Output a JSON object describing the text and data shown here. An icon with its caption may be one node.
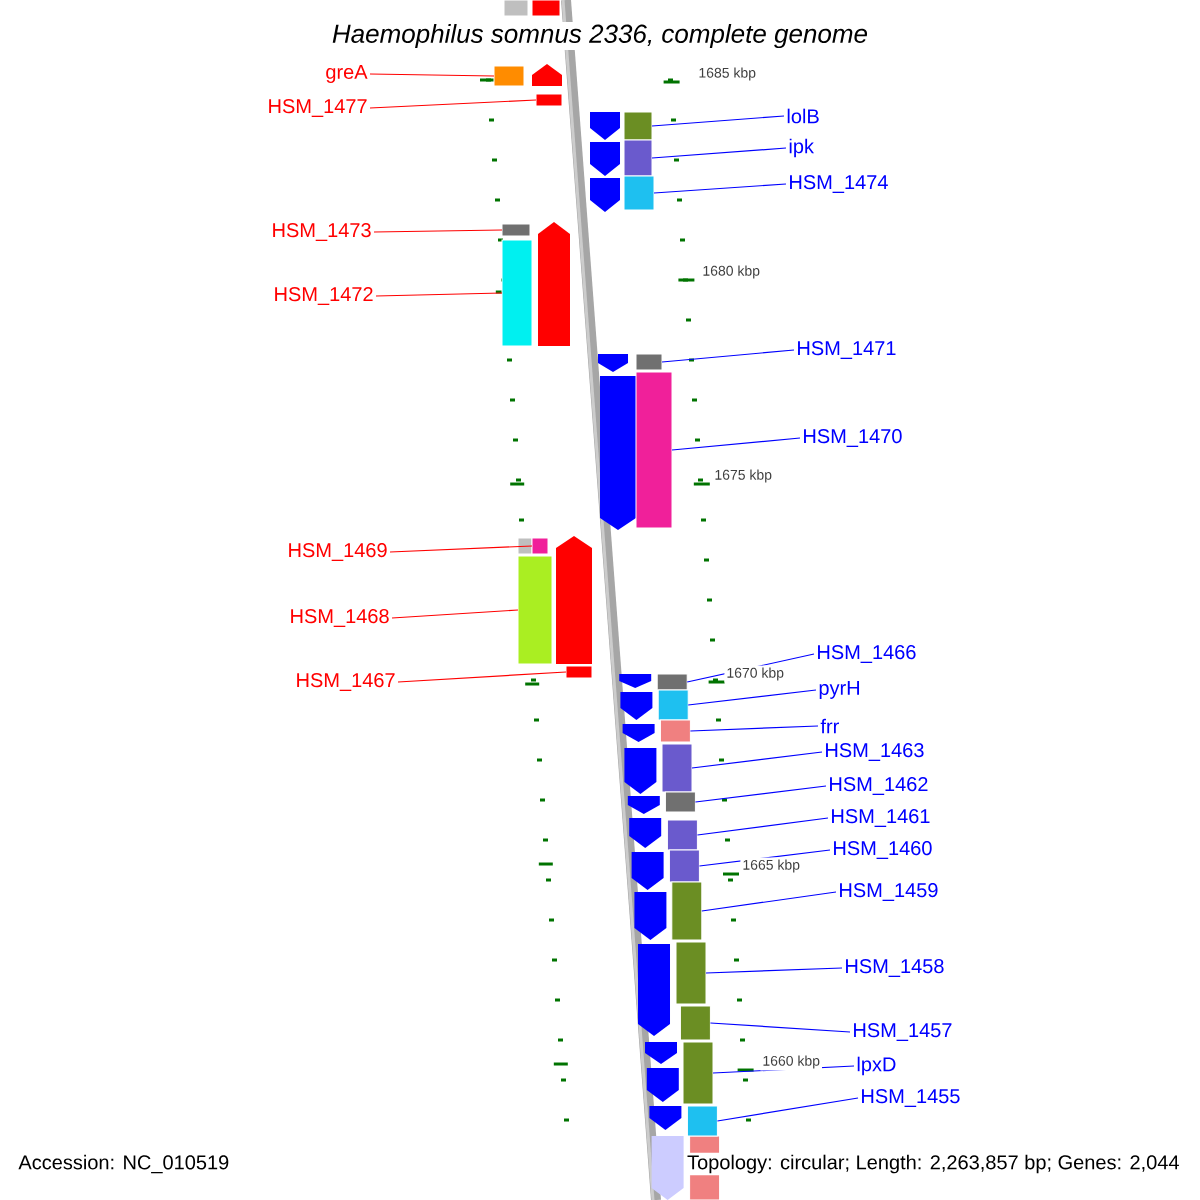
{
  "diagram": {
    "title": "Haemophilus somnus 2336, complete genome",
    "nodes": [
      {
        "text": [
          "greA"
        ]
      },
      {
        "text": [
          "HSM_1477"
        ]
      },
      {
        "text": [
          "HSM_1473"
        ]
      },
      {
        "text": [
          "HSM_1472"
        ]
      },
      {
        "text": [
          "HSM_1469"
        ]
      },
      {
        "text": [
          "HSM_1468"
        ]
      },
      {
        "text": [
          "HSM_1467"
        ]
      },
      {
        "text": [
          "lolB"
        ]
      },
      {
        "text": [
          "ipk"
        ]
      },
      {
        "text": [
          "HSM_1474"
        ]
      },
      {
        "text": [
          "HSM_1471"
        ]
      },
      {
        "text": [
          "HSM_1470"
        ]
      },
      {
        "text": [
          "HSM_1466"
        ]
      },
      {
        "text": [
          "pyrH"
        ]
      },
      {
        "text": [
          "frr"
        ]
      },
      {
        "text": [
          "HSM_1463"
        ]
      },
      {
        "text": [
          "HSM_1462"
        ]
      },
      {
        "text": [
          "HSM_1461"
        ]
      },
      {
        "text": [
          "HSM_1460"
        ]
      },
      {
        "text": [
          "HSM_1459"
        ]
      },
      {
        "text": [
          "HSM_1458"
        ]
      },
      {
        "text": [
          "HSM_1457"
        ]
      },
      {
        "text": [
          "lpxD"
        ]
      },
      {
        "text": [
          "HSM_1455"
        ]
      },
      {
        "text": [],
        "shape": "bar"
      },
      {
        "text": [],
        "shape": "bar"
      },
      {
        "text": [],
        "shape": "bar"
      },
      {
        "text": [],
        "shape": "bar"
      },
      {
        "text": [],
        "shape": "bar"
      },
      {
        "text": [],
        "shape": "bar"
      },
      {
        "text": [],
        "shape": "bar"
      },
      {
        "text": [],
        "shape": "bar"
      },
      {
        "text": [],
        "shape": "bar"
      },
      {
        "text": [],
        "shape": "bar"
      },
      {
        "text": [],
        "shape": "bar"
      },
      {
        "text": [],
        "shape": "bar"
      },
      {
        "text": [],
        "shape": "bar"
      },
      {
        "text": [],
        "shape": "bar"
      },
      {
        "text": [],
        "shape": "bar"
      },
      {
        "text": [],
        "shape": "bar"
      },
      {
        "text": [],
        "shape": "bar"
      },
      {
        "text": [],
        "shape": "bar"
      },
      {
        "text": [],
        "shape": "bar"
      },
      {
        "text": [],
        "shape": "bar"
      },
      {
        "text": [],
        "shape": "bar"
      },
      {
        "text": [],
        "shape": "bar"
      },
      {
        "text": [],
        "shape": "bar"
      },
      {
        "text": [],
        "shape": "bar"
      }
    ],
    "edges": [
      {
        "from": 0,
        "to": 24,
        "arrow": "none",
        "color": "#ff0000"
      },
      {
        "from": 1,
        "to": 25,
        "arrow": "none",
        "color": "#ff0000"
      },
      {
        "from": 2,
        "to": 26,
        "arrow": "none",
        "color": "#ff0000"
      },
      {
        "from": 3,
        "to": 27,
        "arrow": "none",
        "color": "#ff0000"
      },
      {
        "from": 4,
        "to": 28,
        "arrow": "none",
        "color": "#ff0000"
      },
      {
        "from": 5,
        "to": 29,
        "arrow": "none",
        "color": "#ff0000"
      },
      {
        "from": 6,
        "to": 30,
        "arrow": "none",
        "color": "#ff0000"
      },
      {
        "from": 7,
        "to": 31,
        "arrow": "none"
      },
      {
        "from": 8,
        "to": 32,
        "arrow": "none"
      },
      {
        "from": 9,
        "to": 33,
        "arrow": "none"
      },
      {
        "from": 10,
        "to": 34,
        "arrow": "none"
      },
      {
        "from": 11,
        "to": 35,
        "arrow": "none"
      },
      {
        "from": 12,
        "to": 36,
        "arrow": "none"
      },
      {
        "from": 13,
        "to": 37,
        "arrow": "none"
      },
      {
        "from": 14,
        "to": 38,
        "arrow": "none"
      },
      {
        "from": 15,
        "to": 39,
        "arrow": "none"
      },
      {
        "from": 16,
        "to": 40,
        "arrow": "none"
      },
      {
        "from": 17,
        "to": 41,
        "arrow": "none"
      },
      {
        "from": 18,
        "to": 42,
        "arrow": "none"
      },
      {
        "from": 19,
        "to": 43,
        "arrow": "none"
      },
      {
        "from": 20,
        "to": 44,
        "arrow": "none"
      },
      {
        "from": 21,
        "to": 45,
        "arrow": "none"
      },
      {
        "from": 22,
        "to": 46,
        "arrow": "none"
      },
      {
        "from": 23,
        "to": 47,
        "arrow": "none"
      }
    ],
    "labels": [
      "1685 kbp",
      "1680 kbp",
      "1675 kbp",
      "1670 kbp",
      "1665 kbp",
      "1660 kbp",
      "Accession: NC_010519",
      "Topology: circular; Length: 2,263,857 bp; Genes: 2,044"
    ]
  }
}
